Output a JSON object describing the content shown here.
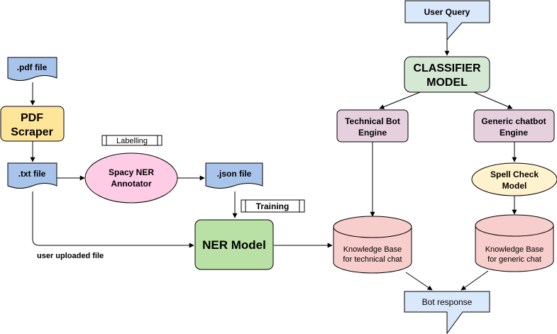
{
  "nodes": {
    "pdf_file": ".pdf file",
    "pdf_scraper": [
      "PDF",
      "Scraper"
    ],
    "txt_file": ".txt file",
    "labelling": "Labelling",
    "spacy_ner": [
      "Spacy NER",
      "Annotator"
    ],
    "json_file": ".json file",
    "training": "Training",
    "ner_model": "NER Model",
    "user_uploaded": "user uploaded file",
    "user_query": "User Query",
    "classifier": [
      "CLASSIFIER",
      "MODEL"
    ],
    "tech_bot": [
      "Technical Bot",
      "Engine"
    ],
    "generic_bot": [
      "Generic chatbot",
      "Engine"
    ],
    "spell_check": [
      "Spell Check",
      "Model"
    ],
    "kb_tech": [
      "Knowledge Base",
      "for technical chat"
    ],
    "kb_generic": [
      "Knowledge Base",
      "for generic chat"
    ],
    "bot_response": "Bot response"
  },
  "colors": {
    "blue_doc": "#a9c4eb",
    "light_blue": "#dae8fc",
    "yellow": "#ffe599",
    "pink": "#ffcce6",
    "green": "#b9e0a5",
    "light_green": "#d5e8d4",
    "mauve": "#e6d0de",
    "cream": "#fff2cc",
    "salmon": "#f8cecc"
  }
}
